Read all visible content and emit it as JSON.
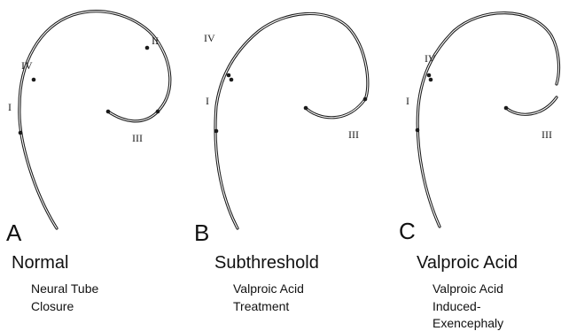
{
  "panels": [
    {
      "letter": "A",
      "title": "Normal",
      "caption": [
        "Neural Tube",
        "Closure"
      ],
      "sites": {
        "I": "I",
        "II": "II",
        "III": "III",
        "IV": "IV"
      }
    },
    {
      "letter": "B",
      "title": "Subthreshold",
      "caption": [
        "Valproic Acid",
        "Treatment"
      ],
      "sites": {
        "I": "I",
        "III": "III",
        "IV": "IV"
      }
    },
    {
      "letter": "C",
      "title": "Valproic Acid",
      "caption": [
        "Valproic Acid",
        "Induced-",
        "Exencephaly"
      ],
      "sites": {
        "I": "I",
        "III": "III",
        "IV": "IV"
      }
    }
  ]
}
